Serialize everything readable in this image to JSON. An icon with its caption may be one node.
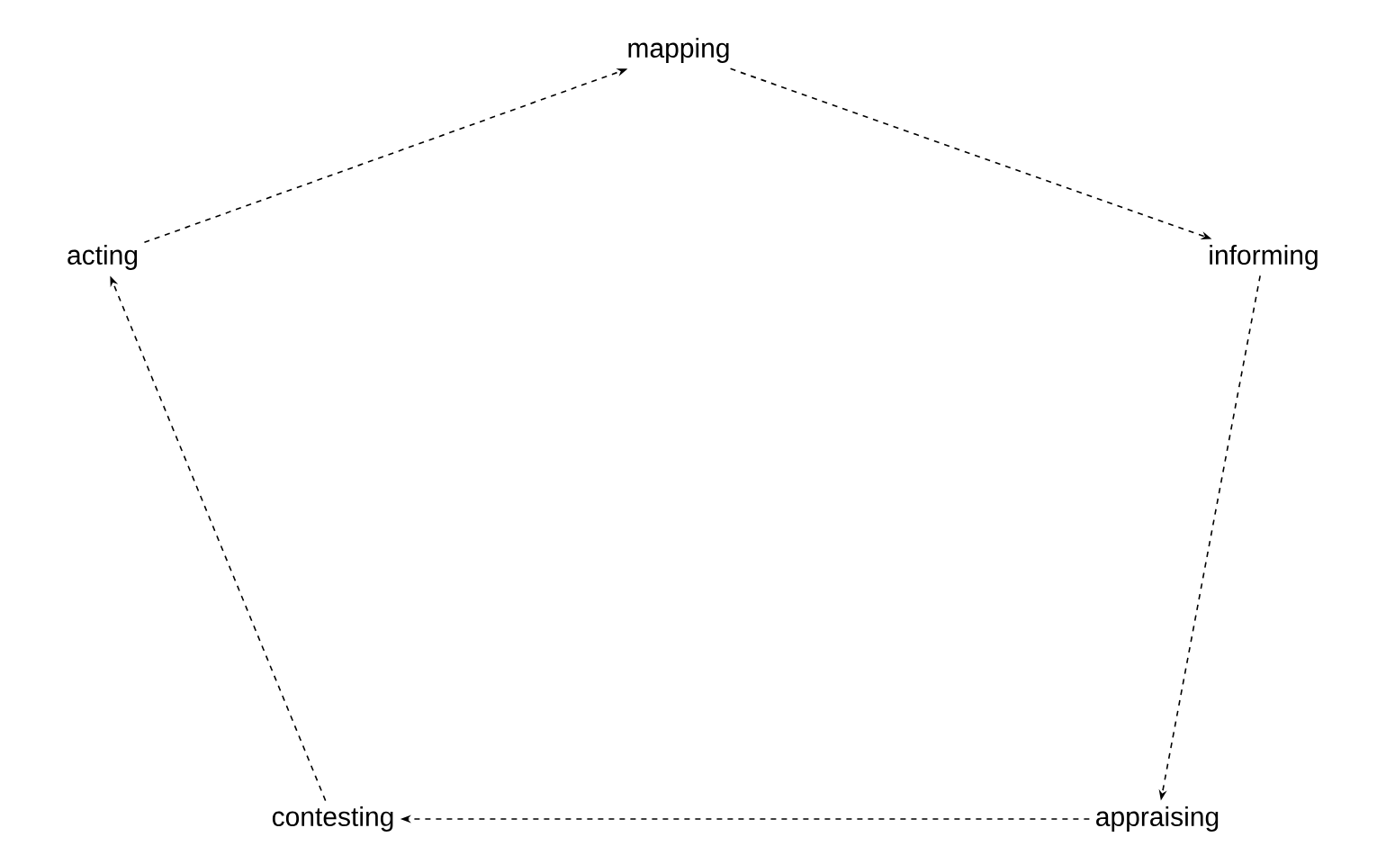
{
  "diagram": {
    "nodes": [
      {
        "text": [
          "mapping"
        ]
      },
      {
        "text": [
          "acting"
        ]
      },
      {
        "text": [
          "informing"
        ]
      },
      {
        "text": [
          "contesting"
        ]
      },
      {
        "text": [
          "appraising"
        ]
      }
    ],
    "edges": [
      {
        "from": 1,
        "to": 0,
        "arrow": "to",
        "style": "dashed"
      },
      {
        "from": 0,
        "to": 2,
        "arrow": "to",
        "style": "dashed"
      },
      {
        "from": 2,
        "to": 4,
        "arrow": "to",
        "style": "dashed"
      },
      {
        "from": 4,
        "to": 3,
        "arrow": "to",
        "style": "dashed"
      },
      {
        "from": 3,
        "to": 1,
        "arrow": "to",
        "style": "dashed"
      }
    ]
  }
}
